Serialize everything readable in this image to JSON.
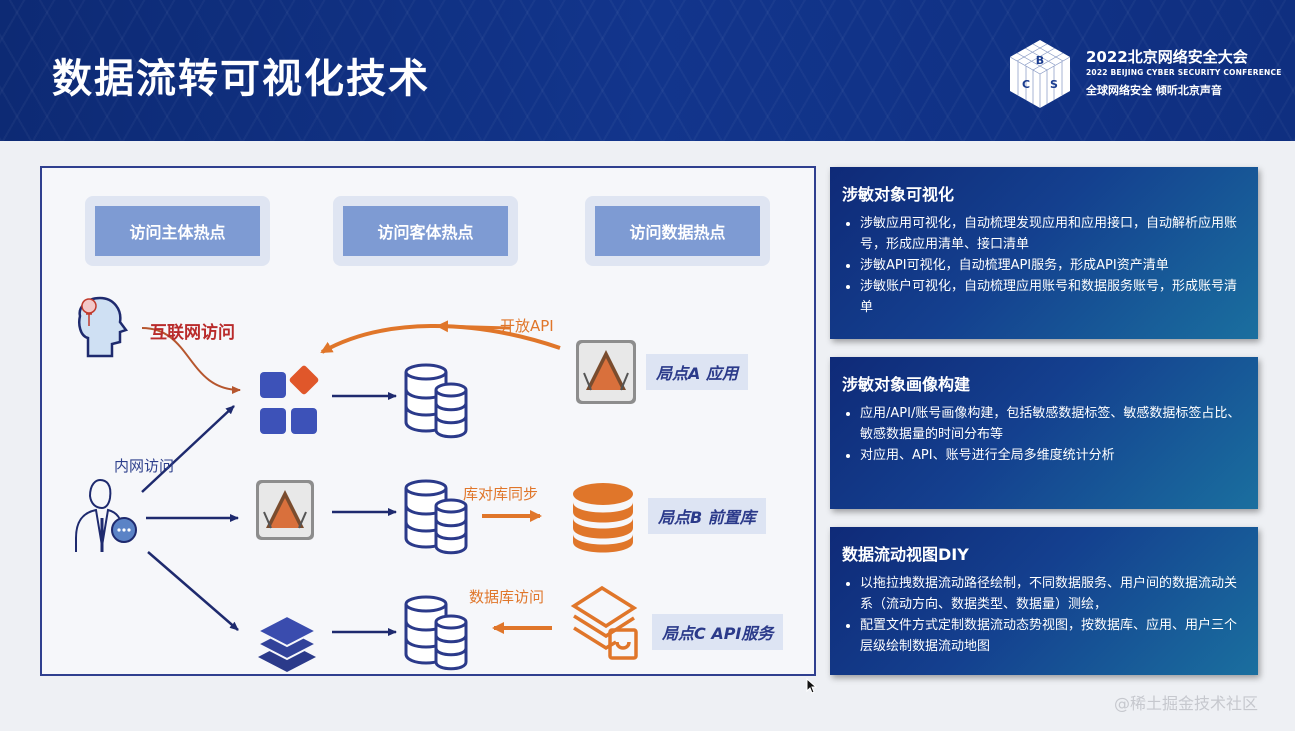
{
  "header": {
    "title": "数据流转可视化技术",
    "conf_name": "2022北京网络安全大会",
    "conf_en": "2022 BEIJING CYBER SECURITY CONFERENCE",
    "conf_slogan": "全球网络安全  倾听北京声音",
    "logo_letters": [
      "B",
      "C",
      "S"
    ]
  },
  "hotspots": [
    "访问主体热点",
    "访问客体热点",
    "访问数据热点"
  ],
  "labels": {
    "internet": "互联网访问",
    "intranet": "内网访问",
    "open_api": "开放API",
    "db_sync": "库对库同步",
    "db_access": "数据库访问"
  },
  "nodes": {
    "a": "局点A 应用",
    "b": "局点B 前置库",
    "c": "局点C API服务"
  },
  "info": [
    {
      "title": "涉敏对象可视化",
      "items": [
        "涉敏应用可视化，自动梳理发现应用和应用接口，自动解析应用账号，形成应用清单、接口清单",
        "涉敏API可视化，自动梳理API服务，形成API资产清单",
        "涉敏账户可视化，自动梳理应用账号和数据服务账号，形成账号清单"
      ]
    },
    {
      "title": "涉敏对象画像构建",
      "items": [
        "应用/API/账号画像构建，包括敏感数据标签、敏感数据标签占比、敏感数据量的时间分布等",
        "对应用、API、账号进行全局多维度统计分析"
      ]
    },
    {
      "title": "数据流动视图DIY",
      "items": [
        "以拖拉拽数据流动路径绘制，不同数据服务、用户间的数据流动关系（流动方向、数据类型、数据量）测绘，",
        "配置文件方式定制数据流动态势视图，按数据库、应用、用户三个层级绘制数据流动地图"
      ]
    }
  ],
  "watermark": "@稀土掘金技术社区",
  "colors": {
    "header": "#12358c",
    "accent_orange": "#e0762a",
    "accent_red": "#b92b2b",
    "navy": "#1e2a6e"
  }
}
